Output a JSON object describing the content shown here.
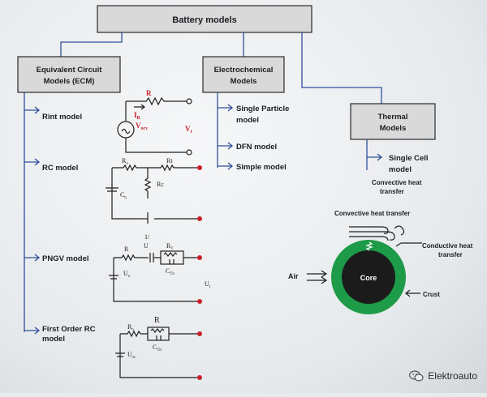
{
  "title": "Battery models",
  "categories": {
    "ecm": [
      "Equivalent Circuit",
      "Models (ECM)"
    ],
    "electrochemical": [
      "Electrochemical",
      "Models"
    ],
    "thermal": [
      "Thermal",
      "Models"
    ]
  },
  "ecm_items": [
    "Rint  model",
    "RC model",
    "PNGV model",
    "First Order RC",
    "model"
  ],
  "electro_items": [
    "Single Particle",
    "model",
    "DFN model",
    "Simple model"
  ],
  "thermal_items": [
    "Single Cell",
    "model",
    "Convective heat",
    "transfer"
  ],
  "thermal_diagram": {
    "convective": "Convective heat transfer",
    "conductive": [
      "Conductive heat",
      "transfer"
    ],
    "air": "Air",
    "core": "Core",
    "crust": "Crust"
  },
  "circuit_labels": {
    "rint": {
      "r": "R",
      "ib": "I",
      "ib_sub": "B",
      "vocv": "V",
      "vocv_sub": "ocv",
      "vt": "V",
      "vt_sub": "t"
    },
    "rc": {
      "r0": "R",
      "r0_sub": "o",
      "rt": "Rt",
      "cb": "C",
      "cb_sub": "b",
      "rc": "Rc"
    },
    "pngv": {
      "r": "R",
      "u_top": "1/",
      "u_top2": "U",
      "rt": "R",
      "rt_sub": "T",
      "uo": "U",
      "uo_sub": "o",
      "cth": "C",
      "cth_sub": "Th",
      "ut": "U",
      "ut_sub": "t"
    },
    "first": {
      "r": "R",
      "r0": "R",
      "r0_sub": "o",
      "uoc": "U",
      "uoc_sub": "oc",
      "cth": "C",
      "cth_sub": "Th"
    }
  },
  "watermark": "Elektroauto",
  "colors": {
    "connector": "#2f4f9a",
    "circuit": "#1f1f1f",
    "terminal": "#c8202a",
    "ring": "#1e9b48",
    "core": "#1b1b1b"
  }
}
